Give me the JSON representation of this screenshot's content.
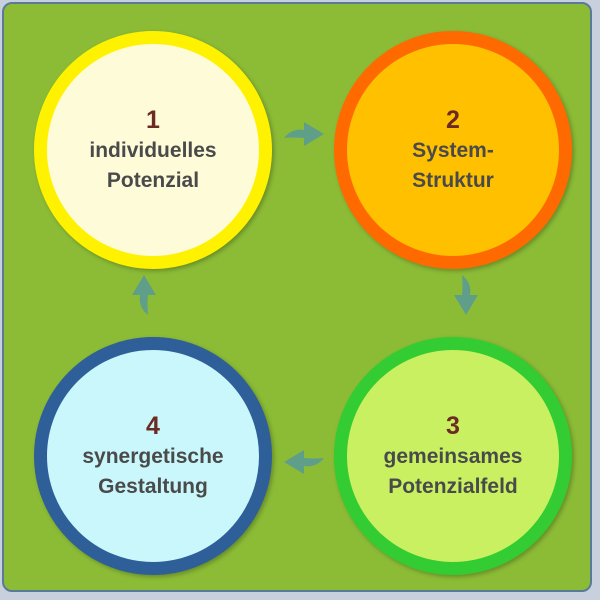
{
  "steps": [
    {
      "number": "1",
      "label": "individuelles\nPotenzial",
      "fill": "#fdfbd8",
      "ring": "#fff200",
      "text_color": "#4a4a4a"
    },
    {
      "number": "2",
      "label": "System-\nStruktur",
      "fill": "#ffc000",
      "ring": "#ff6a00",
      "text_color": "#4a4a4a"
    },
    {
      "number": "3",
      "label": "gemeinsames\nPotenzialfeld",
      "fill": "#c8f060",
      "ring": "#33cc33",
      "text_color": "#4a4a4a"
    },
    {
      "number": "4",
      "label": "synergetische\nGestaltung",
      "fill": "#c9f7fb",
      "ring": "#2e5f99",
      "text_color": "#4a4a4a"
    }
  ],
  "colors": {
    "background": "#8cbc36",
    "arrow": "#5f9f8a",
    "number": "#6b2a22"
  },
  "arrows": [
    "arrow-right-icon",
    "arrow-down-icon",
    "arrow-left-icon",
    "arrow-up-icon"
  ]
}
